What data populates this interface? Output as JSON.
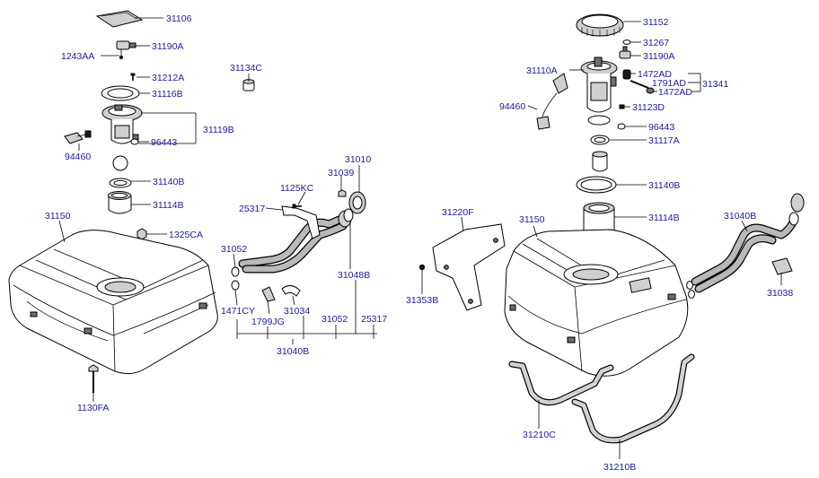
{
  "labels": {
    "l_31106": "31106",
    "l_1243AA": "1243AA",
    "l_31190A_l": "31190A",
    "l_31212A": "31212A",
    "l_31134C": "31134C",
    "l_31116B": "31116B",
    "l_31119B": "31119B",
    "l_96443_l": "96443",
    "l_94460_l": "94460",
    "l_31140B_l": "31140B",
    "l_31114B_l": "31114B",
    "l_31150_l": "31150",
    "l_1325CA": "1325CA",
    "l_1130FA": "1130FA",
    "l_31010": "31010",
    "l_31039": "31039",
    "l_1125KC": "1125KC",
    "l_25317_a": "25317",
    "l_31052_a": "31052",
    "l_31048B": "31048B",
    "l_1471CY": "1471CY",
    "l_1799JG": "1799JG",
    "l_31034": "31034",
    "l_31052_b": "31052",
    "l_25317_b": "25317",
    "l_31040B_l": "31040B",
    "l_31152": "31152",
    "l_31267": "31267",
    "l_31190A_r": "31190A",
    "l_31110A": "31110A",
    "l_1472AD_a": "1472AD",
    "l_1791AD": "1791AD",
    "l_1472AD_b": "1472AD",
    "l_31341": "31341",
    "l_94460_r": "94460",
    "l_31123D": "31123D",
    "l_96443_r": "96443",
    "l_31117A": "31117A",
    "l_31140B_r": "31140B",
    "l_31220F": "31220F",
    "l_31150_r": "31150",
    "l_31114B_r": "31114B",
    "l_31040B_r": "31040B",
    "l_31038": "31038",
    "l_31353B": "31353B",
    "l_31210C": "31210C",
    "l_31210B": "31210B"
  }
}
